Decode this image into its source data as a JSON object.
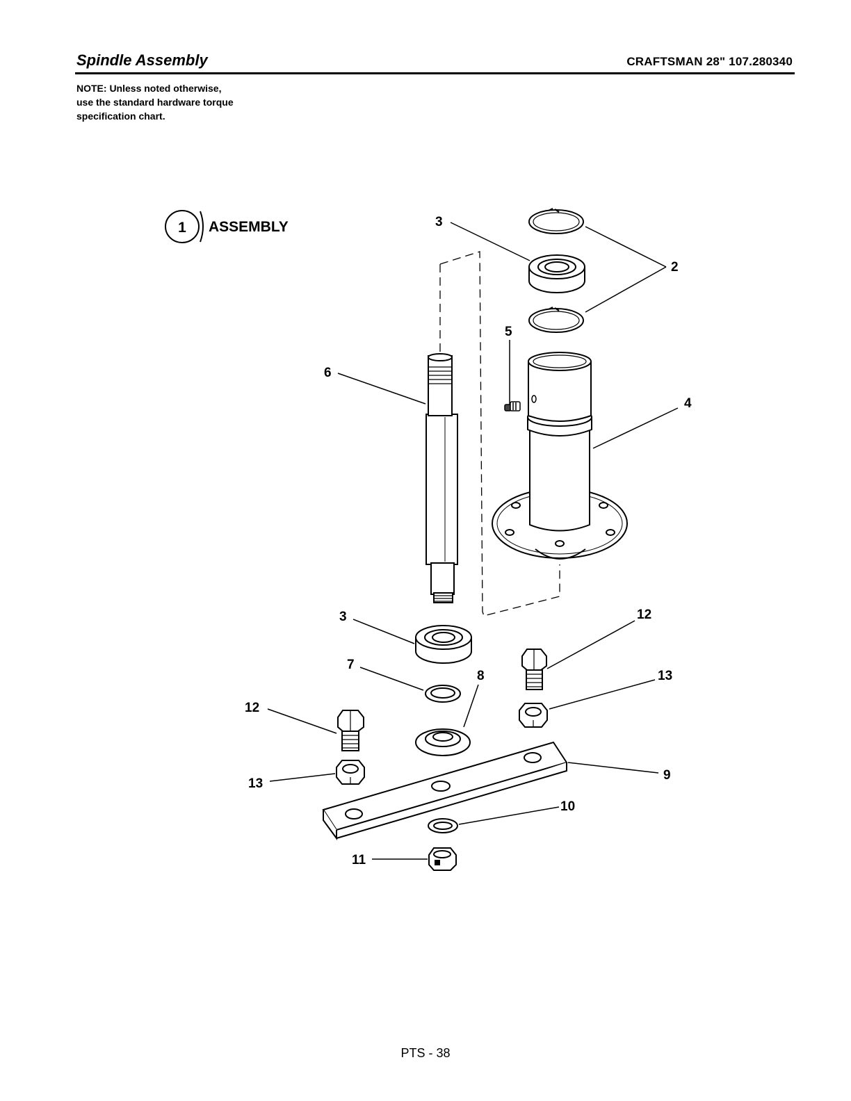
{
  "header": {
    "title": "Spindle Assembly",
    "model": "CRAFTSMAN 28\" 107.280340"
  },
  "note": {
    "lines": [
      "NOTE: Unless noted otherwise,",
      "use the standard hardware torque",
      "specification chart."
    ]
  },
  "diagram": {
    "assembly_number": "1",
    "assembly_label": "ASSEMBLY",
    "callouts": {
      "c2": "2",
      "c3_top": "3",
      "c3_bottom": "3",
      "c4": "4",
      "c5": "5",
      "c6": "6",
      "c7": "7",
      "c8": "8",
      "c9": "9",
      "c10": "10",
      "c11": "11",
      "c12_right": "12",
      "c12_left": "12",
      "c13_right": "13",
      "c13_left": "13"
    }
  },
  "footer": {
    "page": "PTS - 38"
  }
}
